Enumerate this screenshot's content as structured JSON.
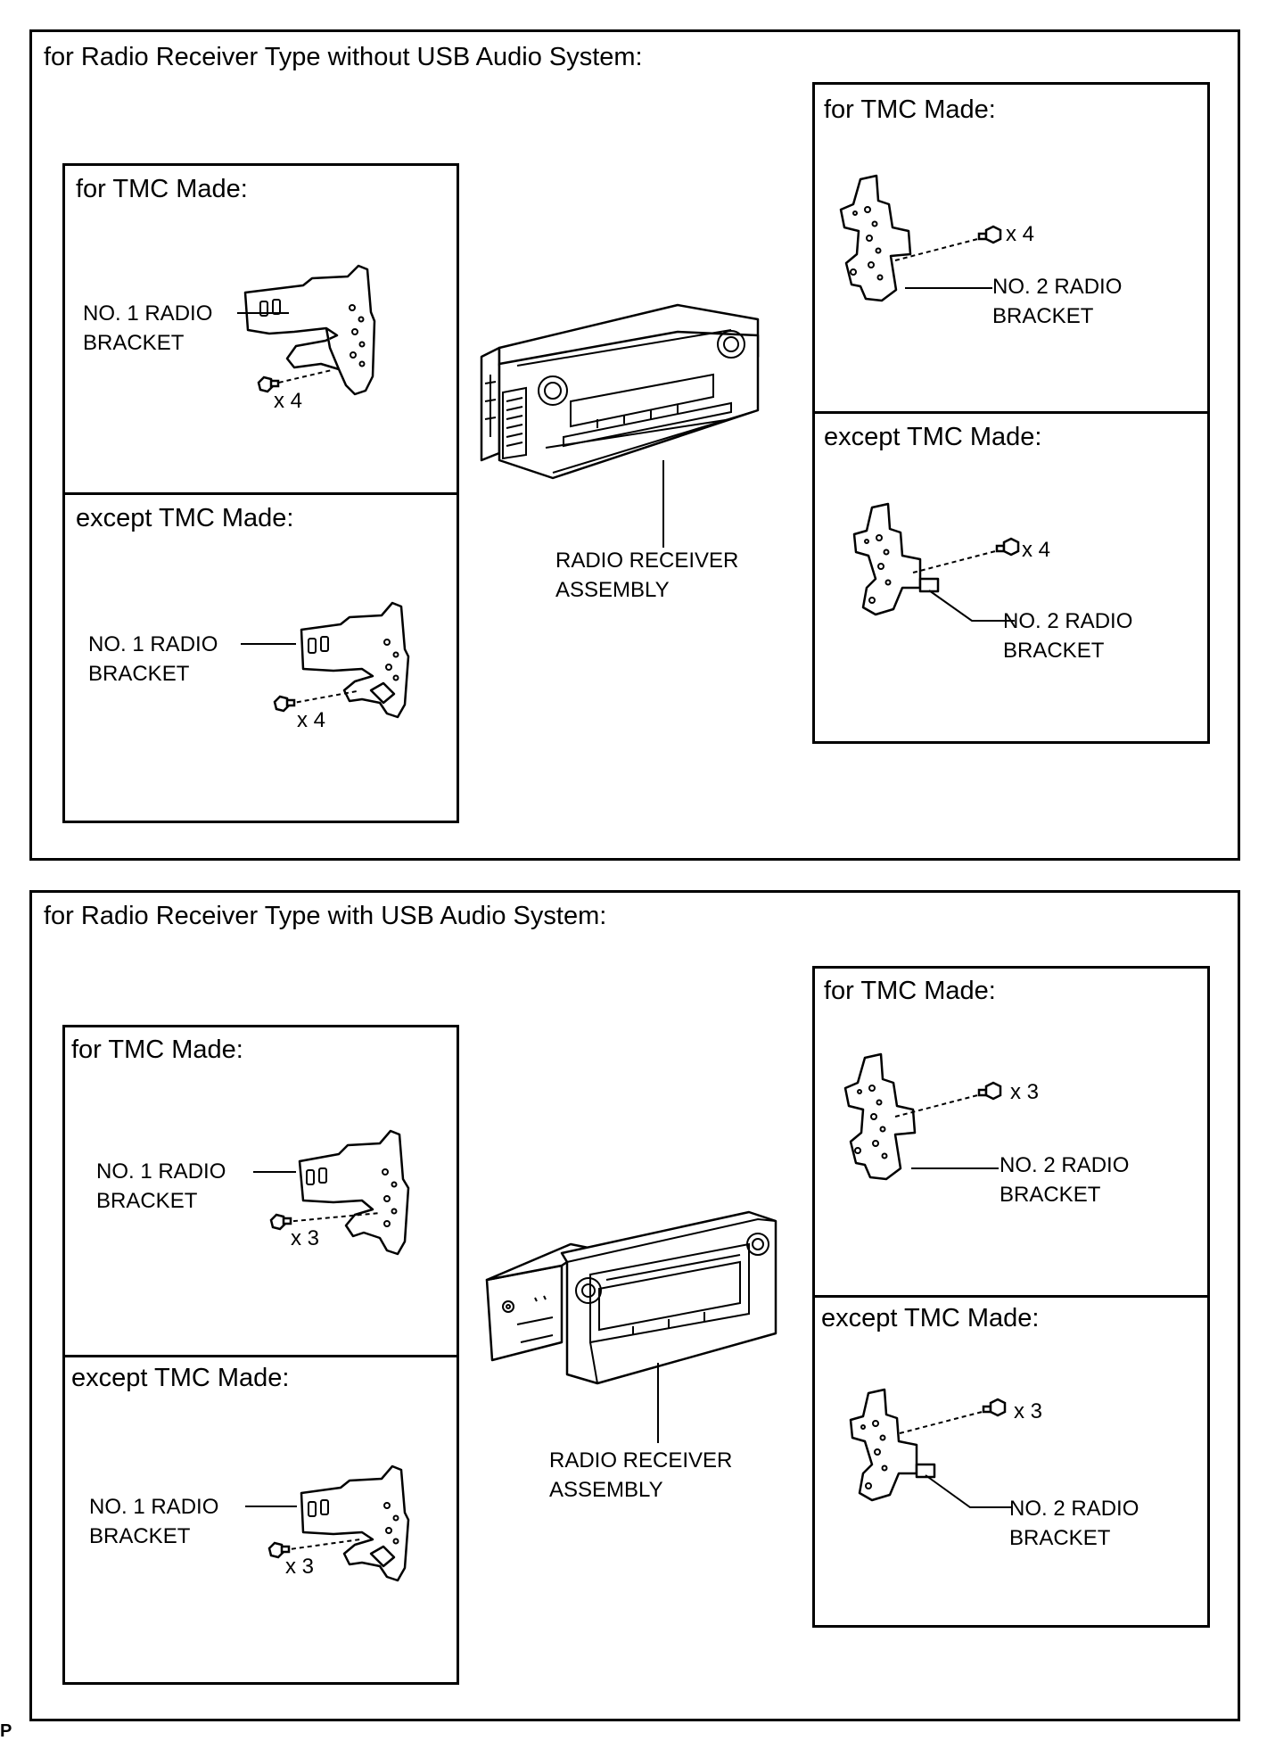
{
  "sections": [
    {
      "title": "for Radio Receiver Type without USB Audio System:",
      "left_top": {
        "heading": "for TMC Made:",
        "part_line1": "NO. 1 RADIO",
        "part_line2": "BRACKET",
        "qty": "x 4"
      },
      "left_bottom": {
        "heading": "except TMC Made:",
        "part_line1": "NO. 1 RADIO",
        "part_line2": "BRACKET",
        "qty": "x 4"
      },
      "right_top": {
        "heading": "for TMC Made:",
        "part_line1": "NO. 2 RADIO",
        "part_line2": "BRACKET",
        "qty": "x 4"
      },
      "right_bottom": {
        "heading": "except TMC Made:",
        "part_line1": "NO. 2 RADIO",
        "part_line2": "BRACKET",
        "qty": "x 4"
      },
      "center": {
        "line1": "RADIO RECEIVER",
        "line2": "ASSEMBLY"
      }
    },
    {
      "title": "for Radio Receiver Type with USB Audio System:",
      "left_top": {
        "heading": "for TMC Made:",
        "part_line1": "NO. 1 RADIO",
        "part_line2": "BRACKET",
        "qty": "x 3"
      },
      "left_bottom": {
        "heading": "except TMC Made:",
        "part_line1": "NO. 1 RADIO",
        "part_line2": "BRACKET",
        "qty": "x 3"
      },
      "right_top": {
        "heading": "for TMC Made:",
        "part_line1": "NO. 2 RADIO",
        "part_line2": "BRACKET",
        "qty": "x 3"
      },
      "right_bottom": {
        "heading": "except TMC Made:",
        "part_line1": "NO. 2 RADIO",
        "part_line2": "BRACKET",
        "qty": "x 3"
      },
      "center": {
        "line1": "RADIO RECEIVER",
        "line2": "ASSEMBLY"
      }
    }
  ],
  "footer_code": "P"
}
